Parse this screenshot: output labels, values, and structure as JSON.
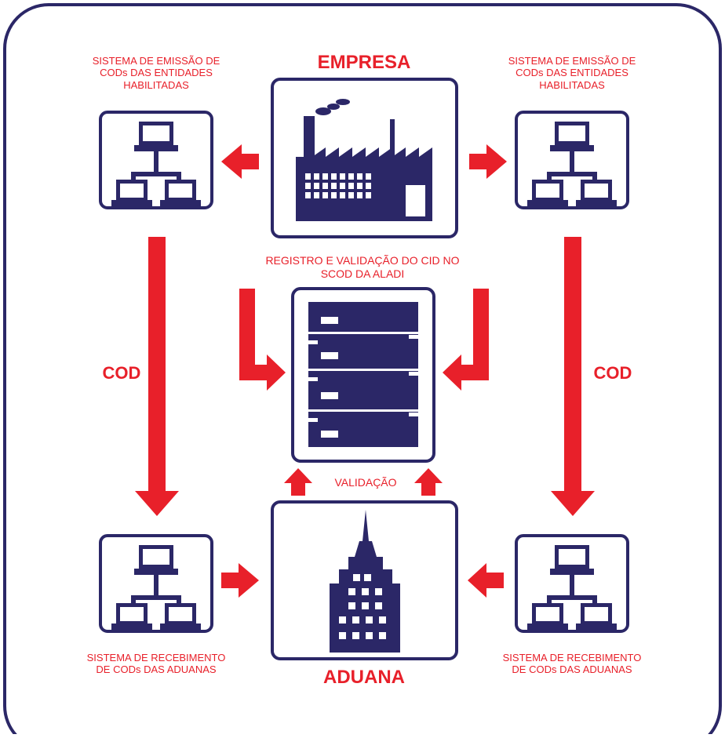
{
  "colors": {
    "navy": "#2b2767",
    "red": "#e8202a",
    "background": "#ffffff"
  },
  "nodes": {
    "empresa": {
      "title": "EMPRESA",
      "icon": "factory-icon"
    },
    "aduana": {
      "title": "ADUANA",
      "icon": "office-building-icon"
    },
    "scod_server": {
      "caption_line1": "REGISTRO E VALIDAÇÃO DO CID NO",
      "caption_line2": "SCOD DA ALADI",
      "icon": "server-rack-icon"
    },
    "emission_left": {
      "caption_line1": "SISTEMA DE EMISSÃO DE",
      "caption_line2": "CODs DAS ENTIDADES",
      "caption_line3": "HABILITADAS",
      "icon": "computer-network-icon"
    },
    "emission_right": {
      "caption_line1": "SISTEMA DE EMISSÃO DE",
      "caption_line2": "CODs DAS ENTIDADES",
      "caption_line3": "HABILITADAS",
      "icon": "computer-network-icon"
    },
    "reception_left": {
      "caption_line1": "SISTEMA DE RECEBIMENTO",
      "caption_line2": "DE CODs DAS ADUANAS",
      "icon": "computer-network-icon"
    },
    "reception_right": {
      "caption_line1": "SISTEMA DE RECEBIMENTO",
      "caption_line2": "DE CODs DAS ADUANAS",
      "icon": "computer-network-icon"
    }
  },
  "edges": {
    "cod_left": "COD",
    "cod_right": "COD",
    "validation": "VALIDAÇÃO"
  }
}
